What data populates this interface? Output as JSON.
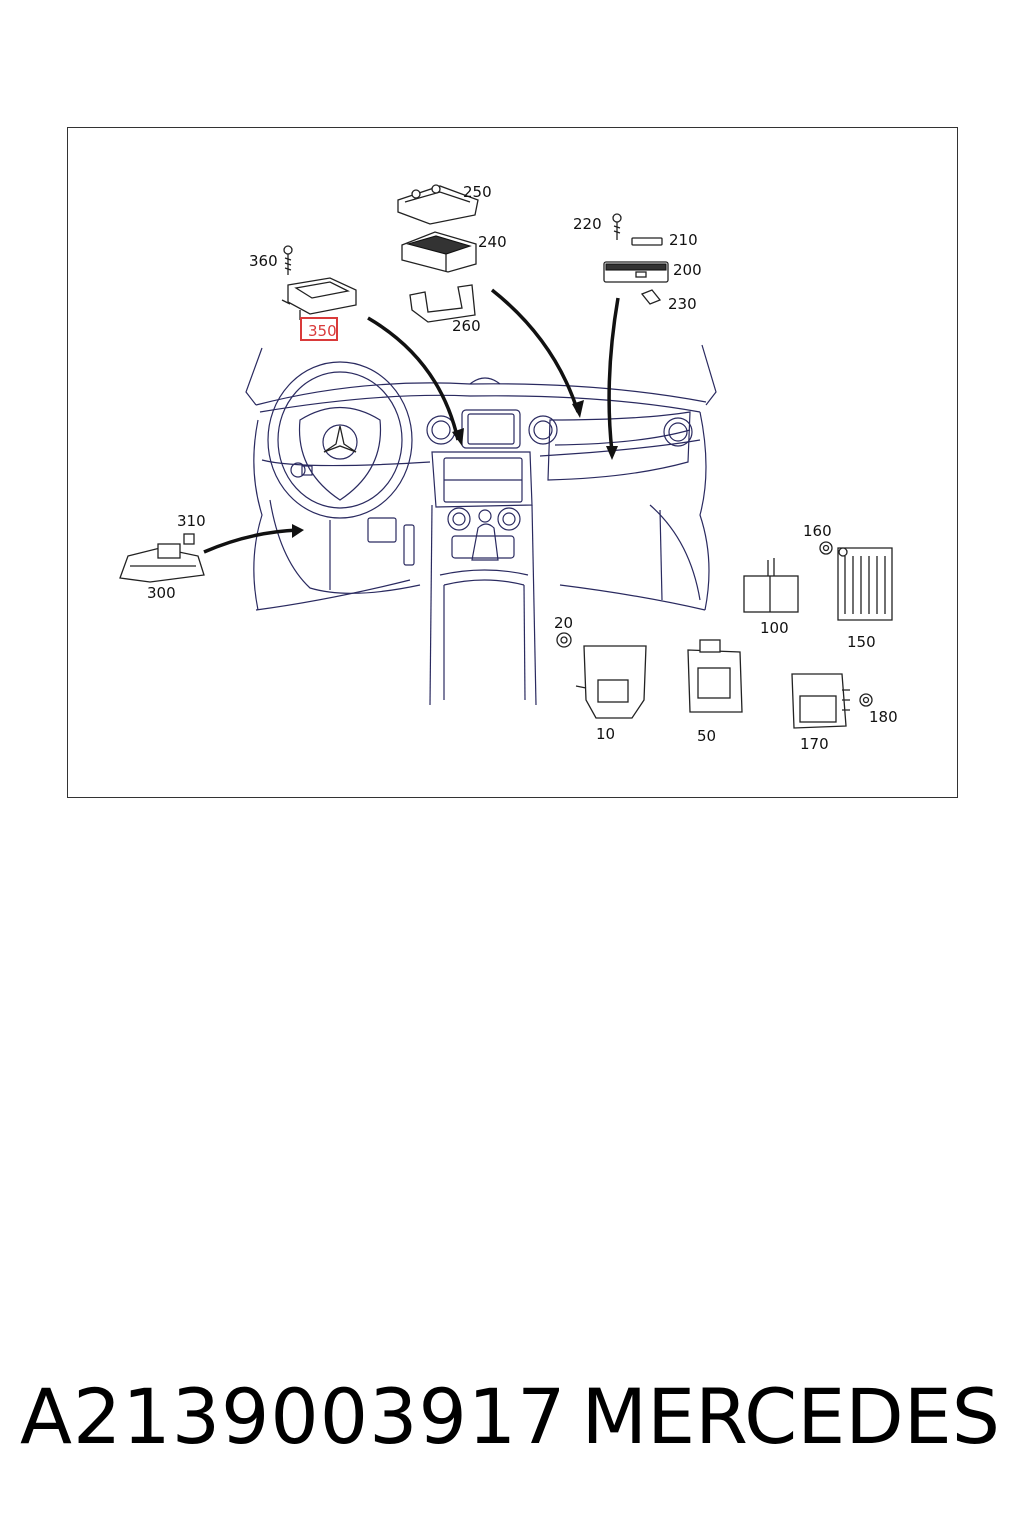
{
  "callouts": [
    {
      "id": "c250",
      "text": "250"
    },
    {
      "id": "c240",
      "text": "240"
    },
    {
      "id": "c260",
      "text": "260"
    },
    {
      "id": "c220",
      "text": "220"
    },
    {
      "id": "c210",
      "text": "210"
    },
    {
      "id": "c200",
      "text": "200"
    },
    {
      "id": "c230",
      "text": "230"
    },
    {
      "id": "c360",
      "text": "360"
    },
    {
      "id": "c350",
      "text": "350"
    },
    {
      "id": "c310",
      "text": "310"
    },
    {
      "id": "c300",
      "text": "300"
    },
    {
      "id": "c160",
      "text": "160"
    },
    {
      "id": "c100",
      "text": "100"
    },
    {
      "id": "c150",
      "text": "150"
    },
    {
      "id": "c20",
      "text": "20"
    },
    {
      "id": "c10",
      "text": "10"
    },
    {
      "id": "c50",
      "text": "50"
    },
    {
      "id": "c170",
      "text": "170"
    },
    {
      "id": "c180",
      "text": "180"
    }
  ],
  "highlight": {
    "callout": "350",
    "color": "#d93a3a"
  },
  "footer": {
    "part_number": "A2139003917",
    "brand": "MERCEDES"
  }
}
